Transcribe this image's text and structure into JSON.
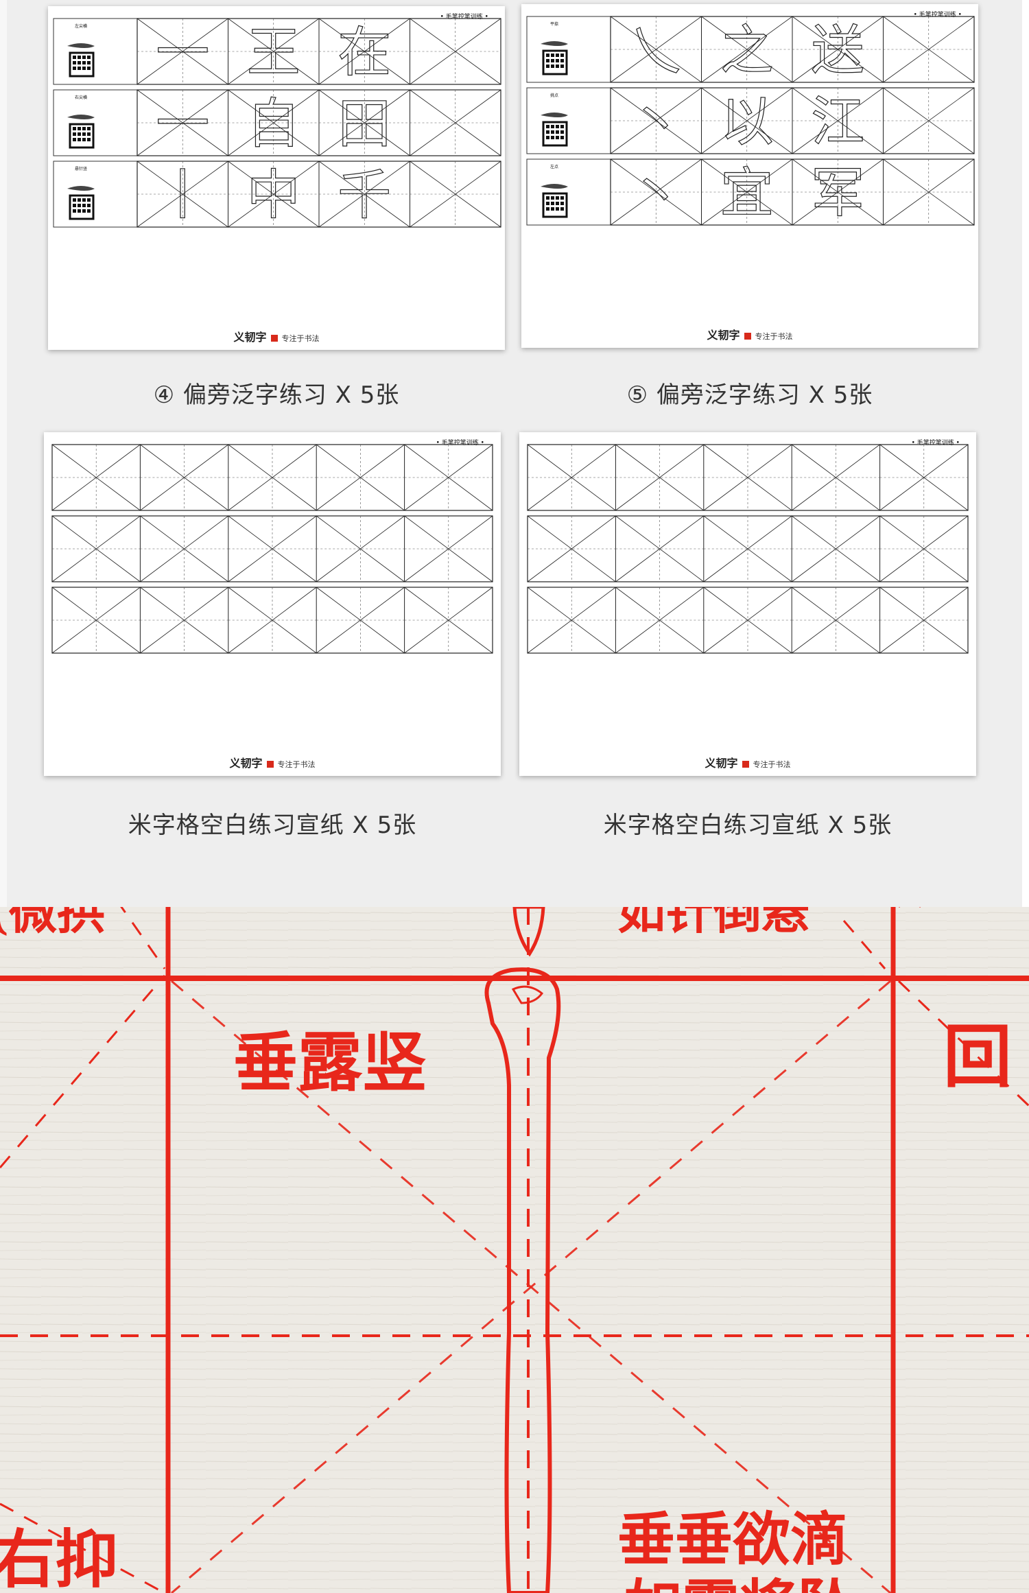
{
  "panels": [
    {
      "caption": "④ 偏旁泛字练习 X 5张",
      "tag": "• 毛笔控笔训练 •",
      "brand": "义韧字",
      "slogan": "专注于书法",
      "rows": [
        {
          "label": "左尖横",
          "chars": [
            "一",
            "王",
            "在"
          ]
        },
        {
          "label": "右尖横",
          "chars": [
            "一",
            "自",
            "田"
          ]
        },
        {
          "label": "悬针竖",
          "chars": [
            "丨",
            "中",
            "千"
          ]
        }
      ]
    },
    {
      "caption": "⑤ 偏旁泛字练习 X 5张",
      "tag": "• 毛笔控笔训练 •",
      "brand": "义韧字",
      "slogan": "专注于书法",
      "rows": [
        {
          "label": "平捺",
          "chars": [
            "乀",
            "之",
            "送"
          ]
        },
        {
          "label": "挑点",
          "chars": [
            "丶",
            "以",
            "江"
          ]
        },
        {
          "label": "左点",
          "chars": [
            "丶",
            "宜",
            "军"
          ]
        }
      ]
    },
    {
      "caption": "米字格空白练习宣纸 X 5张",
      "tag": "• 毛笔控笔训练 •",
      "brand": "义韧字",
      "slogan": "专注于书法"
    },
    {
      "caption": "米字格空白练习宣纸 X 5张",
      "tag": "• 毛笔控笔训练 •",
      "brand": "义韧字",
      "slogan": "专注于书法"
    }
  ],
  "closeup": {
    "label_top_left": "(微拱",
    "label_top_center": "如针倒悬",
    "label_main": "垂露竖",
    "label_right": "回",
    "label_bottom_left": "右抑",
    "label_bottom_right_1": "垂垂欲滴",
    "label_bottom_right_2": "如露将坠"
  },
  "colors": {
    "background": "#eeeeee",
    "grid_red": "#e8271b",
    "caption_text": "#333333",
    "seal_red": "#d82a1b"
  }
}
